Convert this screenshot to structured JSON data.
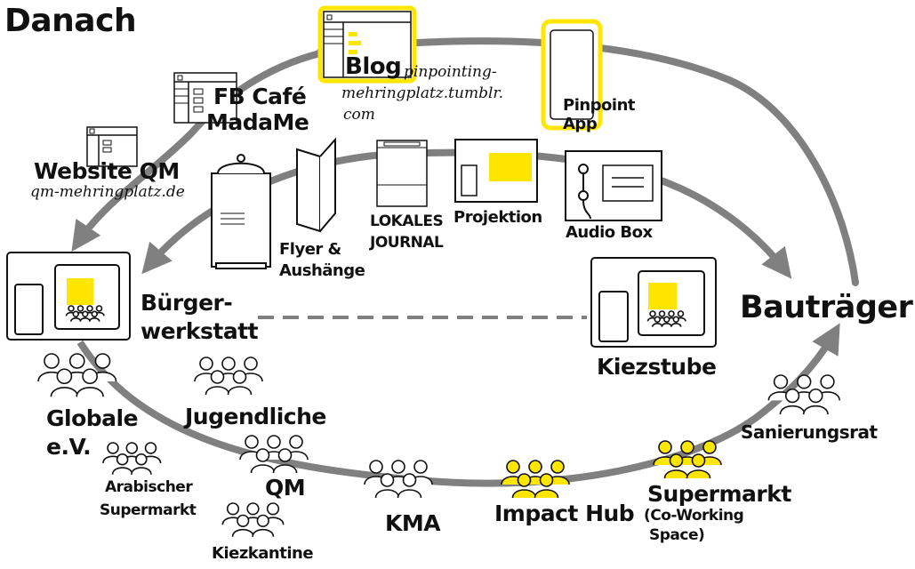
{
  "title": "Danach",
  "colors": {
    "accent": "#ffe600",
    "arrow": "#808080",
    "ink": "#111111"
  },
  "labels": {
    "bautraeger": "Bauträger",
    "buergerwerkstatt_1": "Bürger-",
    "buergerwerkstatt_2": "werkstatt",
    "kiezstube": "Kiezstube",
    "blog": "Blog",
    "blog_url_1": "pinpointing-",
    "blog_url_2": "mehringplatz.tumblr.",
    "blog_url_3": "com",
    "pinpoint_1": "Pinpoint",
    "pinpoint_2": "App",
    "fb_1": "FB Café",
    "fb_2": "MadaMe",
    "website": "Website QM",
    "website_url": "qm-mehringplatz.de",
    "flyer_1": "Flyer &",
    "flyer_2": "Aushänge",
    "journal_1": "LOKALES",
    "journal_2": "JOURNAL",
    "projektion": "Projektion",
    "audiobox": "Audio Box",
    "globale_1": "Globale",
    "globale_2": "e.V.",
    "jugendliche": "Jugendliche",
    "arabischer_1": "Arabischer",
    "arabischer_2": "Supermarkt",
    "qm": "QM",
    "kiezkantine": "Kiezkantine",
    "kma": "KMA",
    "impact_hub": "Impact Hub",
    "supermarkt": "Supermarkt",
    "coworking_1": "(Co-Working",
    "coworking_2": "Space)",
    "sanierungsrat": "Sanierungsrat"
  }
}
